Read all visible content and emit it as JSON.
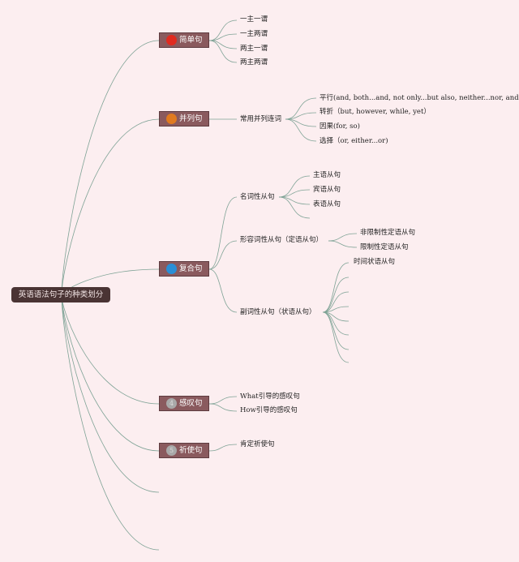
{
  "root": "英语语法句子的种类划分",
  "colors": {
    "background": "#fceef0",
    "line": "#7fa396",
    "node_fill": "#8a5a5e",
    "root_fill": "#4a3434"
  },
  "branches": [
    {
      "label": "简单句",
      "marker": "",
      "marker_color": "#e02a20",
      "items": [
        "一主一谓",
        "一主两谓",
        "两主一谓",
        "两主两谓"
      ]
    },
    {
      "label": "并列句",
      "marker": "",
      "marker_color": "#e07a20",
      "sub": {
        "label": "常用并列连词",
        "items": [
          "平行(and, both...and, not only...but also, neither...nor, and then)",
          "转折（but, however, while, yet）",
          "因果(for, so)",
          "选择（or, either...or)"
        ]
      }
    },
    {
      "label": "复合句",
      "marker": "",
      "marker_color": "#2a8fd6",
      "subs": [
        {
          "label": "名词性从句",
          "items": [
            "主语从句",
            "宾语从句",
            "表语从句",
            ""
          ]
        },
        {
          "label": "形容词性从句（定语从句）",
          "items": [
            "非限制性定语从句",
            "限制性定语从句"
          ]
        },
        {
          "label": "副词性从句（状语从句）",
          "items": [
            "时间状语从句",
            "",
            "",
            "",
            "",
            "",
            "",
            "",
            ""
          ]
        }
      ]
    },
    {
      "label": "感叹句",
      "marker": "4",
      "marker_color": "#a9a9a9",
      "items": [
        "What引导的感叹句",
        "How引导的感叹句"
      ]
    },
    {
      "label": "祈使句",
      "marker": "5",
      "marker_color": "#a9a9a9",
      "items": [
        "肯定祈使句"
      ]
    }
  ]
}
